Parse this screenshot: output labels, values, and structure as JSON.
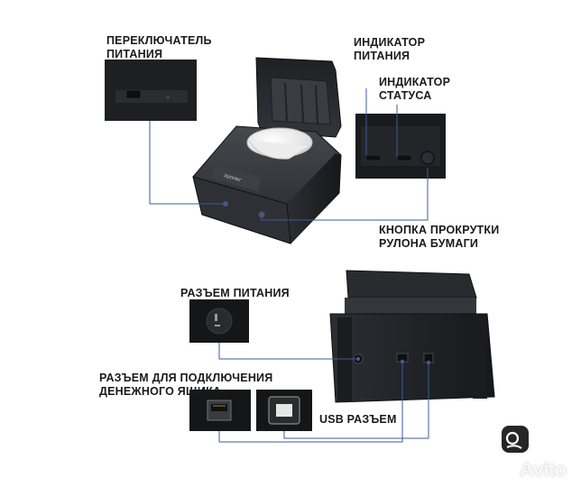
{
  "labels": {
    "power_switch": [
      "ПЕРЕКЛЮЧАТЕЛЬ",
      "ПИТАНИЯ"
    ],
    "power_indicator": [
      "ИНДИКАТОР",
      "ПИТАНИЯ"
    ],
    "status_indicator": [
      "ИНДИКАТОР",
      "СТАТУСА"
    ],
    "paper_feed_button": [
      "КНОПКА ПРОКРУТКИ",
      "РУЛОНА БУМАГИ"
    ],
    "power_socket": "РАЗЪЕМ ПИТАНИЯ",
    "cash_drawer_port": [
      "РАЗЪЕМ ДЛЯ ПОДКЛЮЧЕНИЯ",
      "ДЕНЕЖНОГО ЯЩИКА"
    ],
    "usb_port": "USB РАЗЪЕМ"
  },
  "printer_brand": "Xprinter",
  "watermark": "Avito",
  "colors": {
    "printer_body": "#2a2c30",
    "leader_line": "#3d5a9c",
    "paper": "#f1f1f1"
  }
}
